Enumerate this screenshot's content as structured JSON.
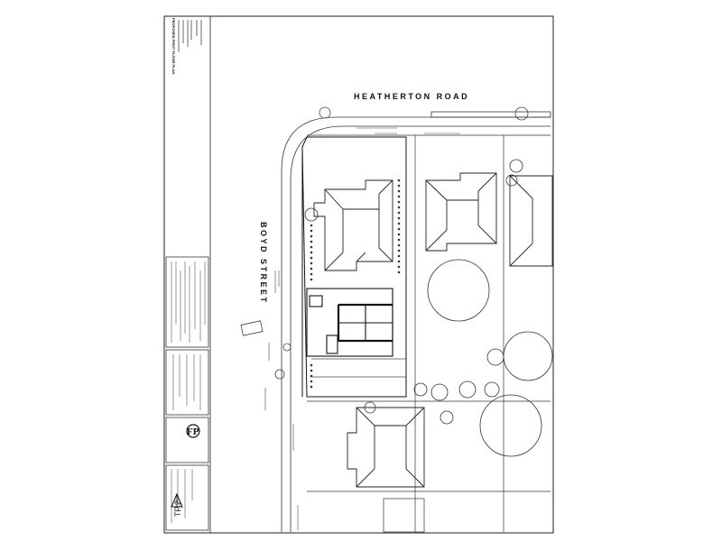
{
  "drawing": {
    "title": "PROPOSED FIRST FLOOR PLAN",
    "sheet_number": "TP.2"
  },
  "streets": {
    "north": "HEATHERTON ROAD",
    "west": "BOYD STREET"
  },
  "logo": {
    "initials": "FP"
  }
}
